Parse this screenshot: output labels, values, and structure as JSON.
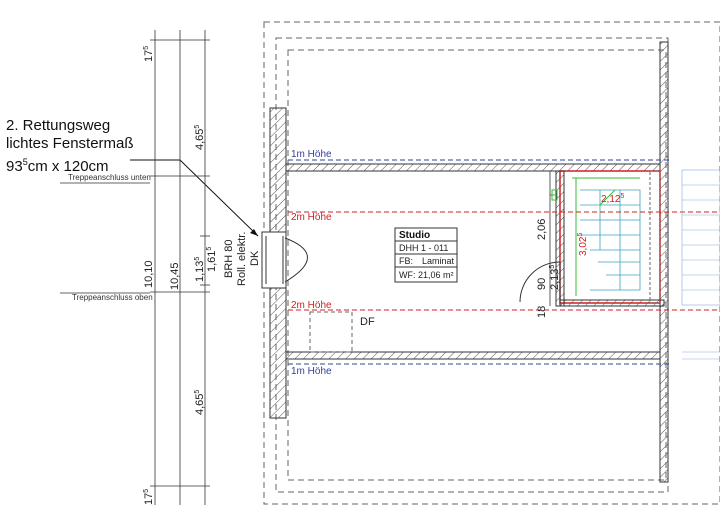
{
  "annotation": {
    "line1": "2. Rettungsweg",
    "line2": "lichtes Fenstermaß",
    "line3_value": "93",
    "line3_sup": "5",
    "line3_rest": "cm x 120cm"
  },
  "levels": {
    "treppe_unten": "Treppeanschluss  unten",
    "treppe_oben": "Treppeanschluss oben"
  },
  "dims_left": {
    "d1": "17",
    "d1_sup": "5",
    "d2": "4,65",
    "d2_sup": "5",
    "d3": "10,45",
    "d4": "10,10",
    "d5": "1,13",
    "d5_sup": "5",
    "d6": "1,61",
    "d6_sup": "5",
    "d7": "4,65",
    "d7_sup": "5",
    "d8": "17",
    "d8_sup": "5"
  },
  "window": {
    "brh": "BRH 80",
    "roll": "Roll. elektr.",
    "dk": "DK"
  },
  "lines": {
    "blue_top": "1m Höhe",
    "red_top": "2m Höhe",
    "red_bottom": "2m Höhe",
    "blue_bottom": "1m Höhe"
  },
  "skylight": "DF",
  "room": {
    "name": "Studio",
    "id": "DHH 1 - 011",
    "fb_label": "FB:",
    "fb_value": "Laminat",
    "wf": "WF:  21,06 m²"
  },
  "stair_dims": {
    "d_206": "2,06",
    "d_90": "90",
    "d_213": "2,13",
    "d_213_sup": "5",
    "d_18": "18",
    "d_212": "2,12",
    "d_212_sup": "5",
    "d_302": "3,02",
    "d_302_sup": "5"
  },
  "colors": {
    "blue": "#3340a0",
    "red": "#d02020",
    "green": "#33bb33",
    "wall_hatch": "#555555"
  }
}
